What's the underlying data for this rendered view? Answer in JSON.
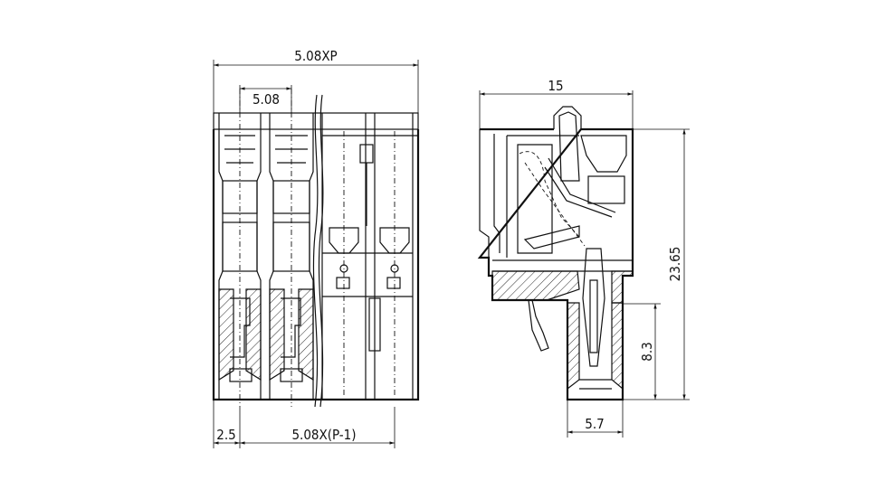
{
  "dimensions": {
    "overall_width": "5.08XP",
    "pitch": "5.08",
    "edge_offset": "2.5",
    "pitch_span": "5.08X(P-1)",
    "side_width": "15",
    "height": "23.65",
    "lower_height": "8.3",
    "bottom_width": "5.7"
  },
  "colors": {
    "line": "#111111",
    "background": "#ffffff"
  }
}
